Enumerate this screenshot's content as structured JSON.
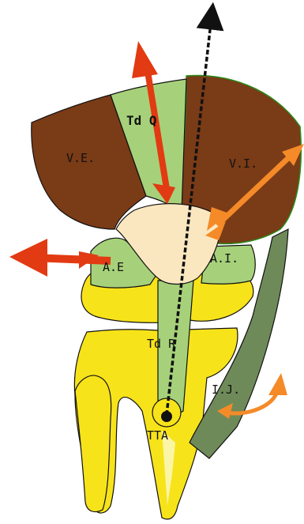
{
  "labels": {
    "td_q": "Td Q",
    "v_e": "V.E.",
    "v_i": "V.I.",
    "a_e": "A.E",
    "a_i": "A.I.",
    "td_r": "Td R",
    "i_j": "I.J.",
    "tta": "TTA"
  },
  "colors": {
    "vastus": "#7a3b17",
    "tendon": "#a6d17a",
    "patella": "#fbe7bf",
    "bone": "#f7e31a",
    "iliotibial_band": "#6f8a59",
    "arrow_red": "#e23a12",
    "arrow_orange": "#f58a28",
    "axis_line": "#111111",
    "outline": "#111111"
  }
}
